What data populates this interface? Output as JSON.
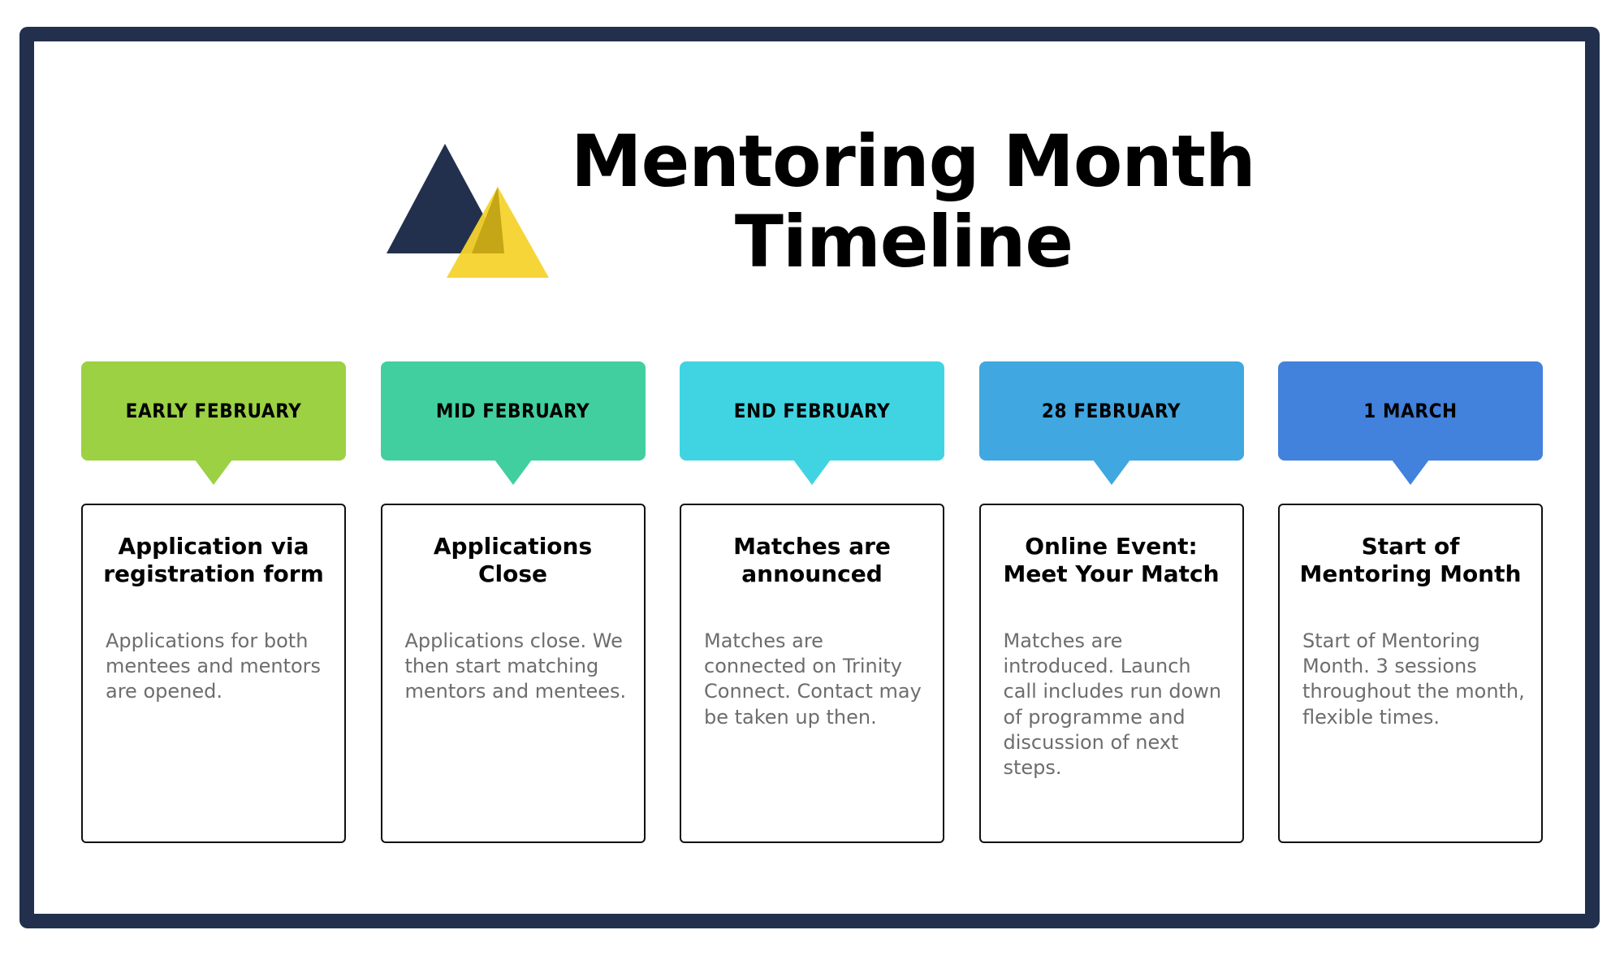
{
  "frame": {
    "border_color": "#22304e"
  },
  "header": {
    "logo_name": "two-triangles-logo",
    "logo_colors": {
      "navy": "#22304e",
      "yellow": "#f6d32d",
      "overlap": "#c4a617"
    },
    "title_line1": "Mentoring Month",
    "title_line2": "Timeline"
  },
  "timeline": {
    "steps": [
      {
        "date": "EARLY FEBRUARY",
        "color": "#9bd143",
        "title": "Application via registration form",
        "body": "Applications for both mentees and mentors are opened."
      },
      {
        "date": "MID FEBRUARY",
        "color": "#42cf9f",
        "title": "Applications Close",
        "body": "Applications close. We then start matching mentors and mentees."
      },
      {
        "date": "END FEBRUARY",
        "color": "#40d4e2",
        "title": "Matches are announced",
        "body": "Matches are connected on Trinity Connect. Contact may be taken up then."
      },
      {
        "date": "28 FEBRUARY",
        "color": "#40a7e0",
        "title": "Online Event: Meet Your Match",
        "body": "Matches are introduced. Launch call includes run down of programme and discussion of next steps."
      },
      {
        "date": "1 MARCH",
        "color": "#4281dc",
        "title": "Start of Mentoring Month",
        "body": "Start of Mentoring Month. 3 sessions throughout the month, flexible times."
      }
    ]
  }
}
